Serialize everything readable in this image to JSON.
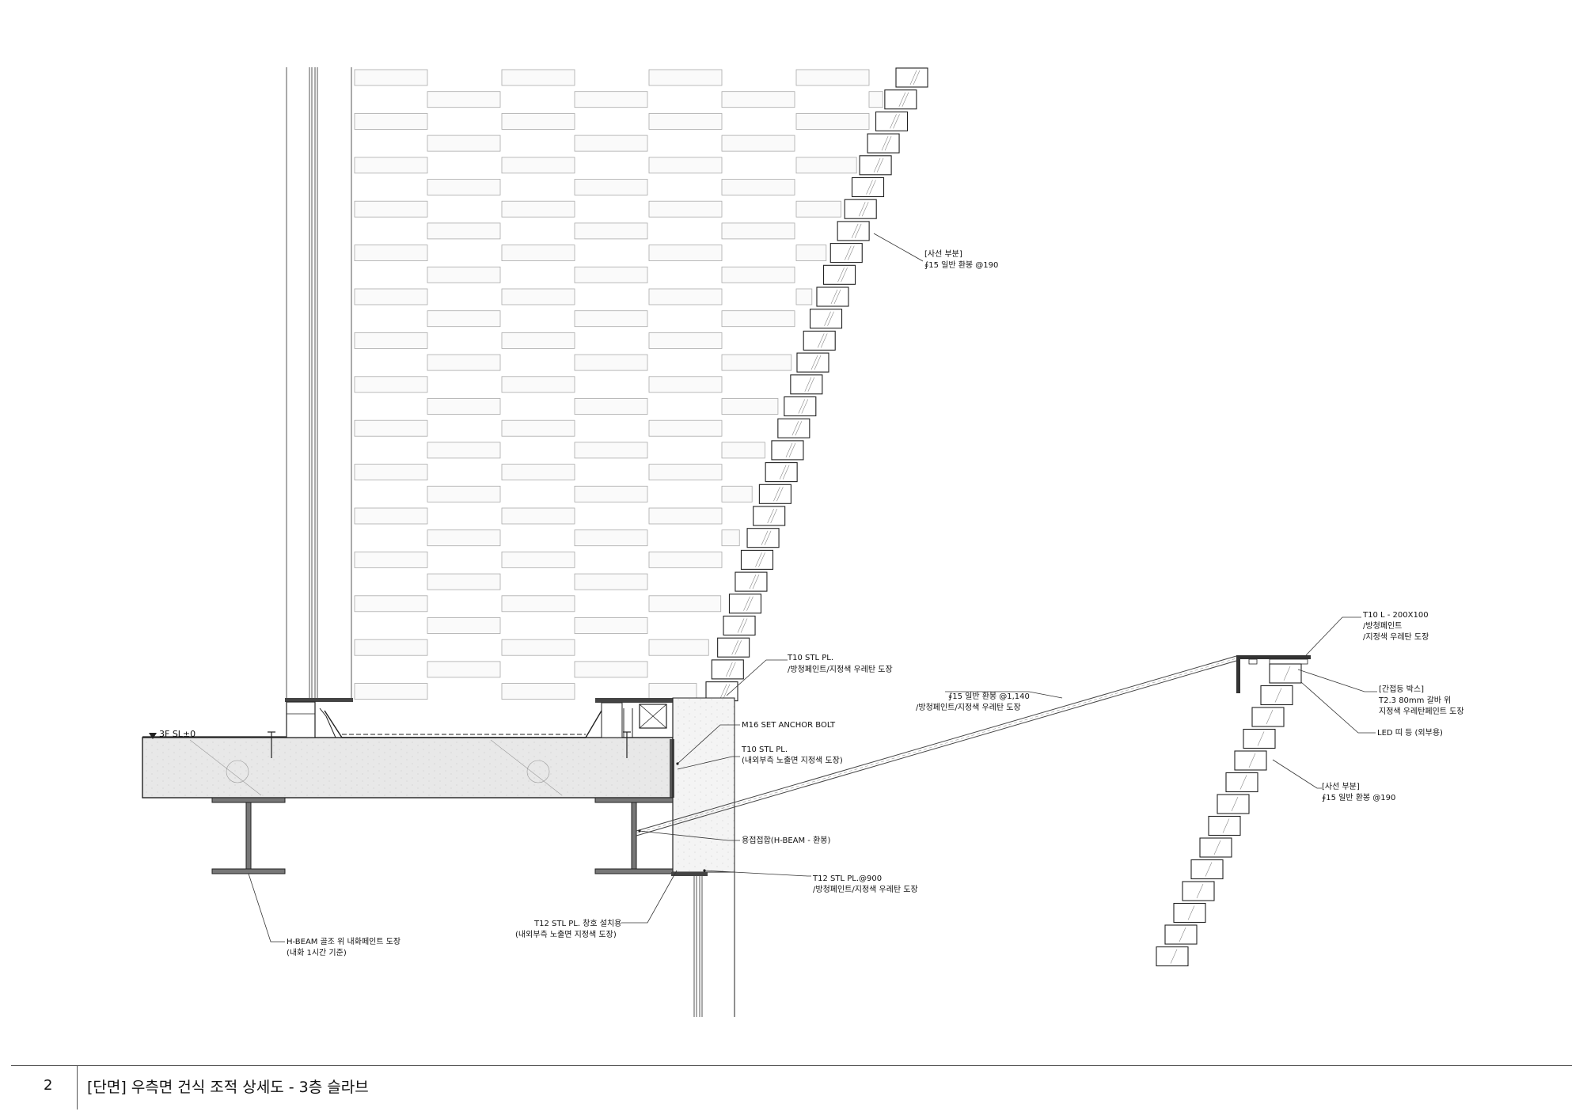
{
  "annotations": {
    "curve_top_label_1": "[사선 부분]",
    "curve_top_label_2": "∮15 일반 환봉 @190",
    "t10_stl_pl_top_1": "T10 STL PL.",
    "t10_stl_pl_top_2": "/방청페인트/지정색 우레탄 도장",
    "rod_1140_1": "∮15 일반 환봉 @1,140",
    "rod_1140_2": "/방청페인트/지정색 우레탄 도장",
    "anchor_bolt": "M16 SET ANCHOR BOLT",
    "t10_stl_pl_mid_1": "T10 STL PL.",
    "t10_stl_pl_mid_2": "(내외부측 노출면 지정색 도장)",
    "weld_joint": "용접접합(H-BEAM - 환봉)",
    "t12_stl_pl_900_1": "T12 STL PL.@900",
    "t12_stl_pl_900_2": "/방청페인트/지정색 우레탄 도장",
    "t12_window_1": "T12 STL PL. 창호 설치용",
    "t12_window_2": "(내외부측 노출면 지정색 도장)",
    "hbeam_paint_1": "H-BEAM 골조 위 내화페인트 도장",
    "hbeam_paint_2": "(내화 1시간 기준)",
    "level": "3F SL±0",
    "t10_l_1": "T10 L - 200X100",
    "t10_l_2": "/방청페인트",
    "t10_l_3": "/지정색 우레탄 도장",
    "light_box_1": "[간접등 박스]",
    "light_box_2": "T2.3 80mm 갈바 위",
    "light_box_3": "지정색 우레탄페인트 도장",
    "led": "LED 띠 등 (외부용)",
    "curve_right_label_1": "[사선 부분]",
    "curve_right_label_2": "∮15 일반 환봉 @190"
  },
  "footer": {
    "sheet_number": "2",
    "title": "[단면] 우측면 건식 조적 상세도 - 3층 슬라브"
  }
}
